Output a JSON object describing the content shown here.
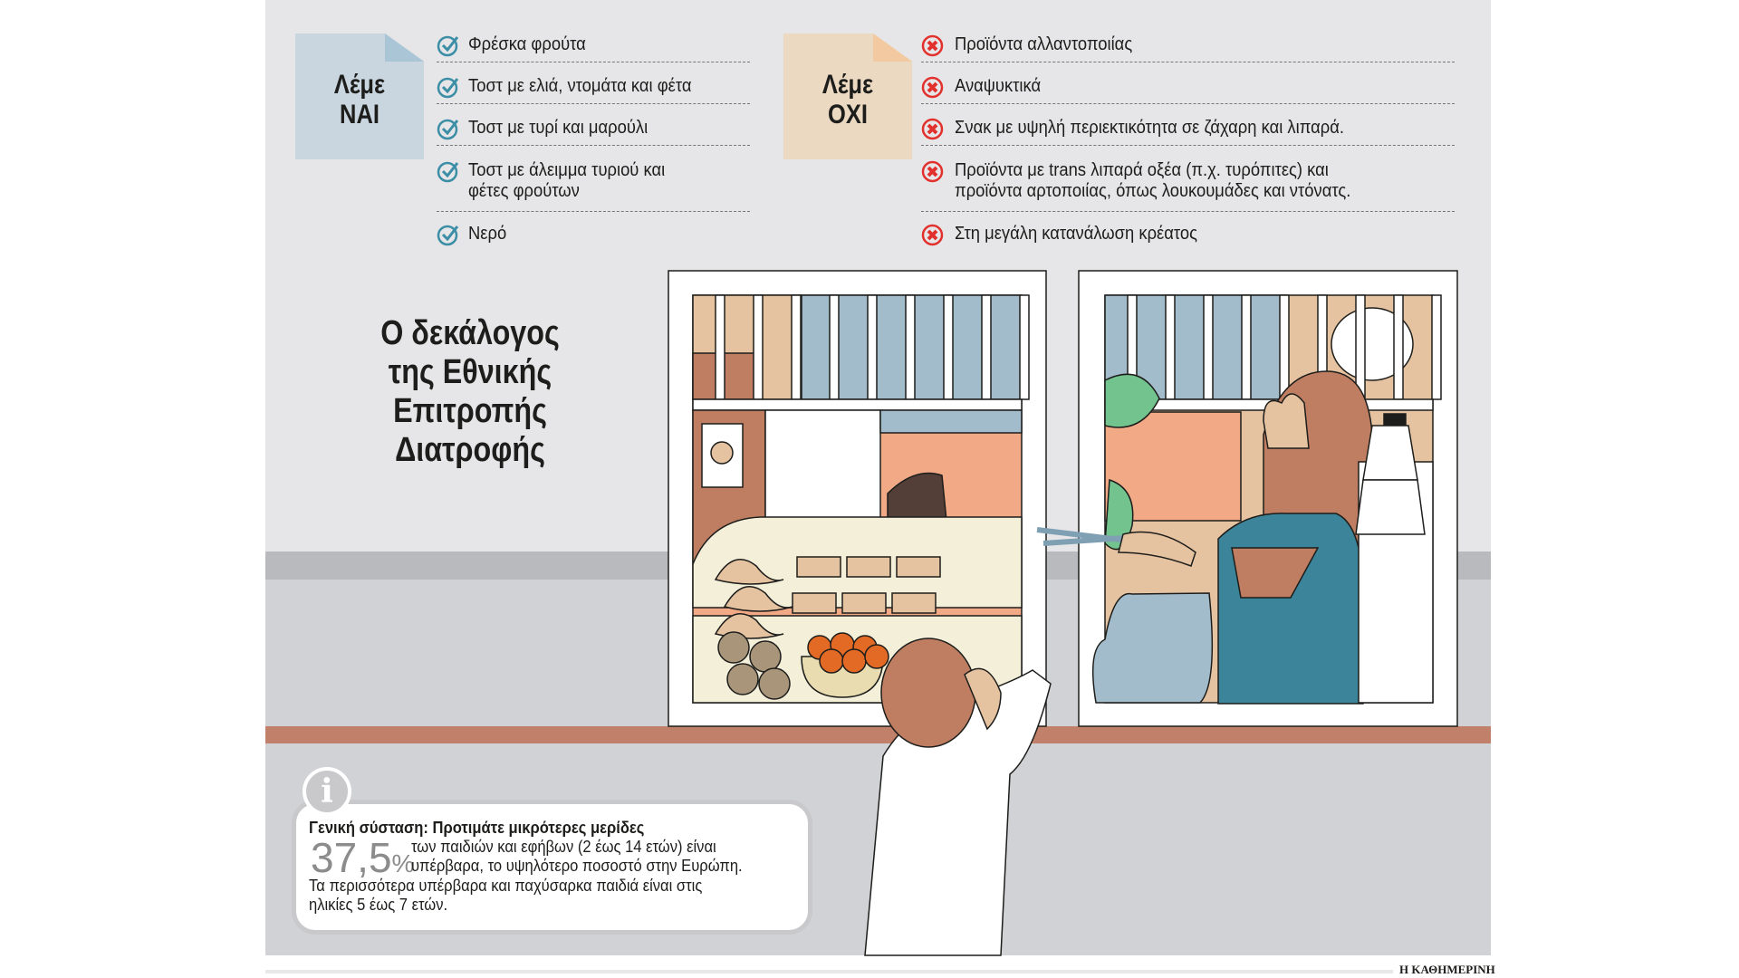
{
  "yes_panel": {
    "note_line1": "Λέμε",
    "note_line2": "ΝΑΙ",
    "items": [
      {
        "lines": [
          "Φρέσκα φρούτα"
        ]
      },
      {
        "lines": [
          "Τοστ με ελιά, ντομάτα και φέτα"
        ]
      },
      {
        "lines": [
          "Τοστ με τυρί και μαρούλι"
        ]
      },
      {
        "lines": [
          "Τοστ με άλειμμα τυριού και",
          "φέτες φρούτων"
        ]
      },
      {
        "lines": [
          "Νερό"
        ]
      }
    ],
    "icon": "check-circle-icon",
    "color": "#3b8ea5"
  },
  "no_panel": {
    "note_line1": "Λέμε",
    "note_line2": "ΟΧΙ",
    "items": [
      {
        "lines": [
          "Προϊόντα αλλαντοποιίας"
        ]
      },
      {
        "lines": [
          "Αναψυκτικά"
        ]
      },
      {
        "lines": [
          "Σνακ με υψηλή περιεκτικότητα σε ζάχαρη και λιπαρά."
        ]
      },
      {
        "lines": [
          "Προϊόντα με trans λιπαρά οξέα (π.χ. τυρόπιτες) και",
          "προϊόντα αρτοποιίας, όπως λουκουμάδες και ντόνατς."
        ]
      },
      {
        "lines": [
          "Στη μεγάλη κατανάλωση κρέατος"
        ]
      }
    ],
    "icon": "x-circle-icon",
    "color": "#e2312d"
  },
  "title": [
    "Ο δεκάλογος",
    "της Εθνικής",
    "Επιτροπής",
    "Διατροφής"
  ],
  "info": {
    "icon_glyph": "i",
    "heading": "Γενική σύσταση: Προτιμάτε μικρότερες μερίδες",
    "stat_number": "37,5",
    "stat_unit": "%",
    "stat_line1": "των παιδιών και εφήβων (2 έως 14 ετών) είναι",
    "stat_line2": "υπέρβαρα, το υψηλότερο ποσοστό στην Ευρώπη.",
    "line3": "Τα περισσότερα υπέρβαρα και παχύσαρκα παιδιά είναι στις",
    "line4": "ηλικίες 5 έως 7 ετών."
  },
  "credit": "Η ΚΑΘΗΜΕΡΙΝΗ"
}
